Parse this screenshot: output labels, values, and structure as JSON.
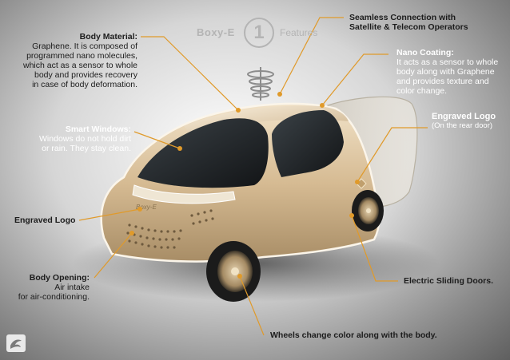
{
  "header": {
    "brand": "Boxy-E",
    "number": "1",
    "suffix": "Features"
  },
  "car_badge": "Boxy-E",
  "callouts": {
    "body_material": {
      "title": "Body Material:",
      "lines": [
        "Graphene. It is composed of",
        "programmed nano molecules,",
        "which act as a sensor to whole",
        "body and provides recovery",
        "in case of body deformation."
      ]
    },
    "seamless_connection": {
      "lines": [
        "Seamless Connection with",
        "Satellite & Telecom Operators"
      ]
    },
    "nano_coating": {
      "title": "Nano Coating:",
      "lines": [
        "It acts as a sensor to whole",
        "body along with Graphene",
        "and provides texture and",
        "color change."
      ]
    },
    "engraved_logo_rear": {
      "title": "Engraved Logo",
      "subtitle": "(On the rear door)"
    },
    "smart_windows": {
      "title": "Smart Windows:",
      "lines": [
        "Windows do not hold dirt",
        "or rain. They stay clean."
      ]
    },
    "engraved_logo_front": {
      "title": "Engraved Logo"
    },
    "body_opening": {
      "title": "Body Opening:",
      "lines": [
        "Air intake",
        "for air-conditioning."
      ]
    },
    "electric_doors": {
      "title": "Electric Sliding Doors."
    },
    "wheels": {
      "title": "Wheels change color along with the body."
    }
  },
  "colors": {
    "accent": "#e09a2a",
    "car_body": "#d8bf98",
    "window": "#1f2326"
  }
}
